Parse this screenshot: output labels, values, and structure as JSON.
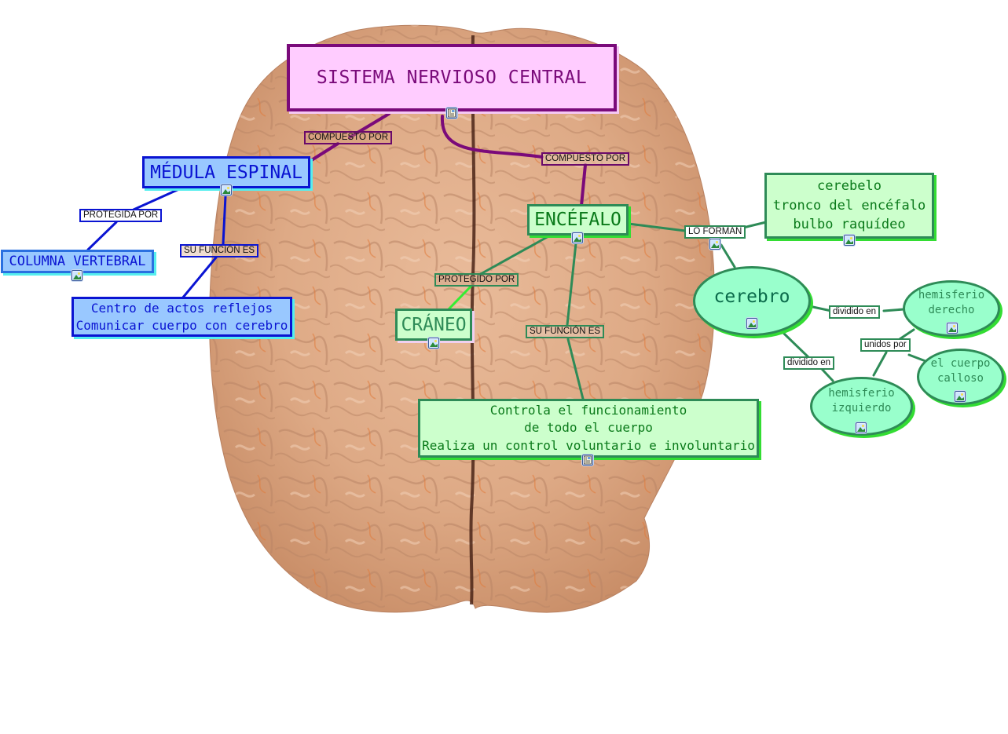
{
  "colors": {
    "purple": "#7a0a7a",
    "pink_fill": "#ffccff",
    "blue": "#0a14d2",
    "blue_fill": "#99c8ff",
    "green": "#2e8b57",
    "green_text": "#0a7a1a",
    "green_fill": "#ccffcc",
    "mint_fill": "#99ffcc",
    "bright_green": "#33ee33"
  },
  "nodes": {
    "snc": {
      "label": "SISTEMA NERVIOSO CENTRAL",
      "icon": "document-icon"
    },
    "medula": {
      "label": "MÉDULA ESPINAL",
      "icon": "image-icon"
    },
    "columna": {
      "label": "COLUMNA VERTEBRAL",
      "icon": "image-icon"
    },
    "medula_funcion": {
      "label": "Centro de actos reflejos\nComunicar cuerpo con cerebro"
    },
    "encefalo": {
      "label": "ENCÉFALO",
      "icon": "image-icon"
    },
    "craneo": {
      "label": "CRÁNEO",
      "icon": "image-icon"
    },
    "encefalo_partes": {
      "label": "cerebelo\ntronco del encéfalo\nbulbo raquídeo",
      "icon": "image-icon"
    },
    "encefalo_funcion": {
      "label": "Controla el funcionamiento\nde todo el cuerpo\nRealiza un control voluntario e involuntario",
      "icon": "document-icon"
    },
    "cerebro": {
      "label": "cerebro",
      "icon": "image-icon"
    },
    "hem_derecho": {
      "label": "hemisferio\nderecho",
      "icon": "image-icon"
    },
    "hem_izquierdo": {
      "label": "hemisferio\nizquierdo",
      "icon": "image-icon"
    },
    "cuerpo_calloso": {
      "label": "el cuerpo\ncalloso",
      "icon": "image-icon"
    }
  },
  "links": {
    "compuesto_por_1": "COMPUESTO POR",
    "compuesto_por_2": "COMPUESTO POR",
    "protegida_por": "PROTEGIDA POR",
    "su_funcion_es_1": "SU FUNCIÓN ES",
    "protegido_por": "PROTEGIDO POR",
    "su_funcion_es_2": "SU FUNCIÓN ES",
    "lo_forman": "LO FORMAN",
    "dividido_en_1": "dividido en",
    "dividido_en_2": "dividido en",
    "unidos_por": "unidos por"
  },
  "background": {
    "image": "brain-top-view"
  }
}
